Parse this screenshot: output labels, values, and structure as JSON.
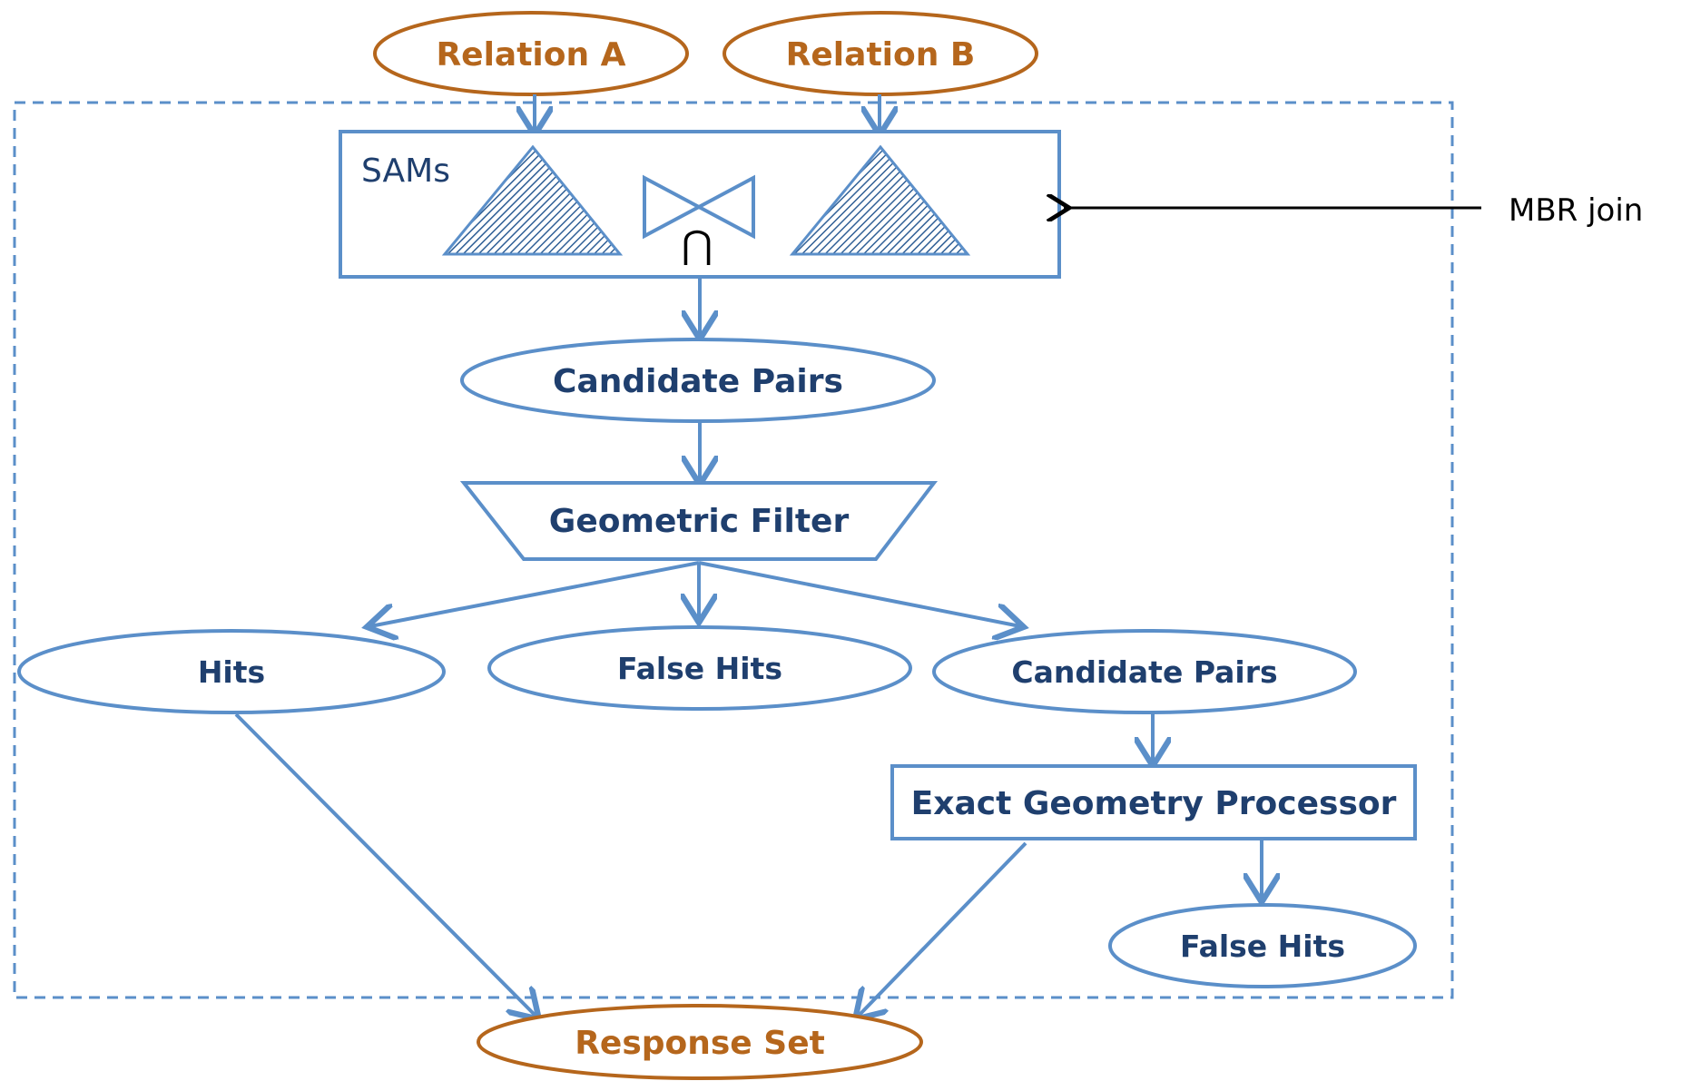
{
  "diagram": {
    "inputs": {
      "relation_a": "Relation A",
      "relation_b": "Relation B"
    },
    "sams_label": "SAMs",
    "intersect_symbol": "⋂",
    "mbr_join_label": "MBR join",
    "candidate_pairs_top": "Candidate Pairs",
    "geometric_filter": "Geometric Filter",
    "hits": "Hits",
    "false_hits_middle": "False Hits",
    "candidate_pairs_right": "Candidate Pairs",
    "exact_geometry_processor": "Exact Geometry Processor",
    "false_hits_bottom": "False Hits",
    "response_set": "Response Set",
    "colors": {
      "blue_stroke": "#5b8fc9",
      "dark_blue_text": "#1f3f6e",
      "brown": "#b5661c",
      "black": "#000000"
    }
  }
}
